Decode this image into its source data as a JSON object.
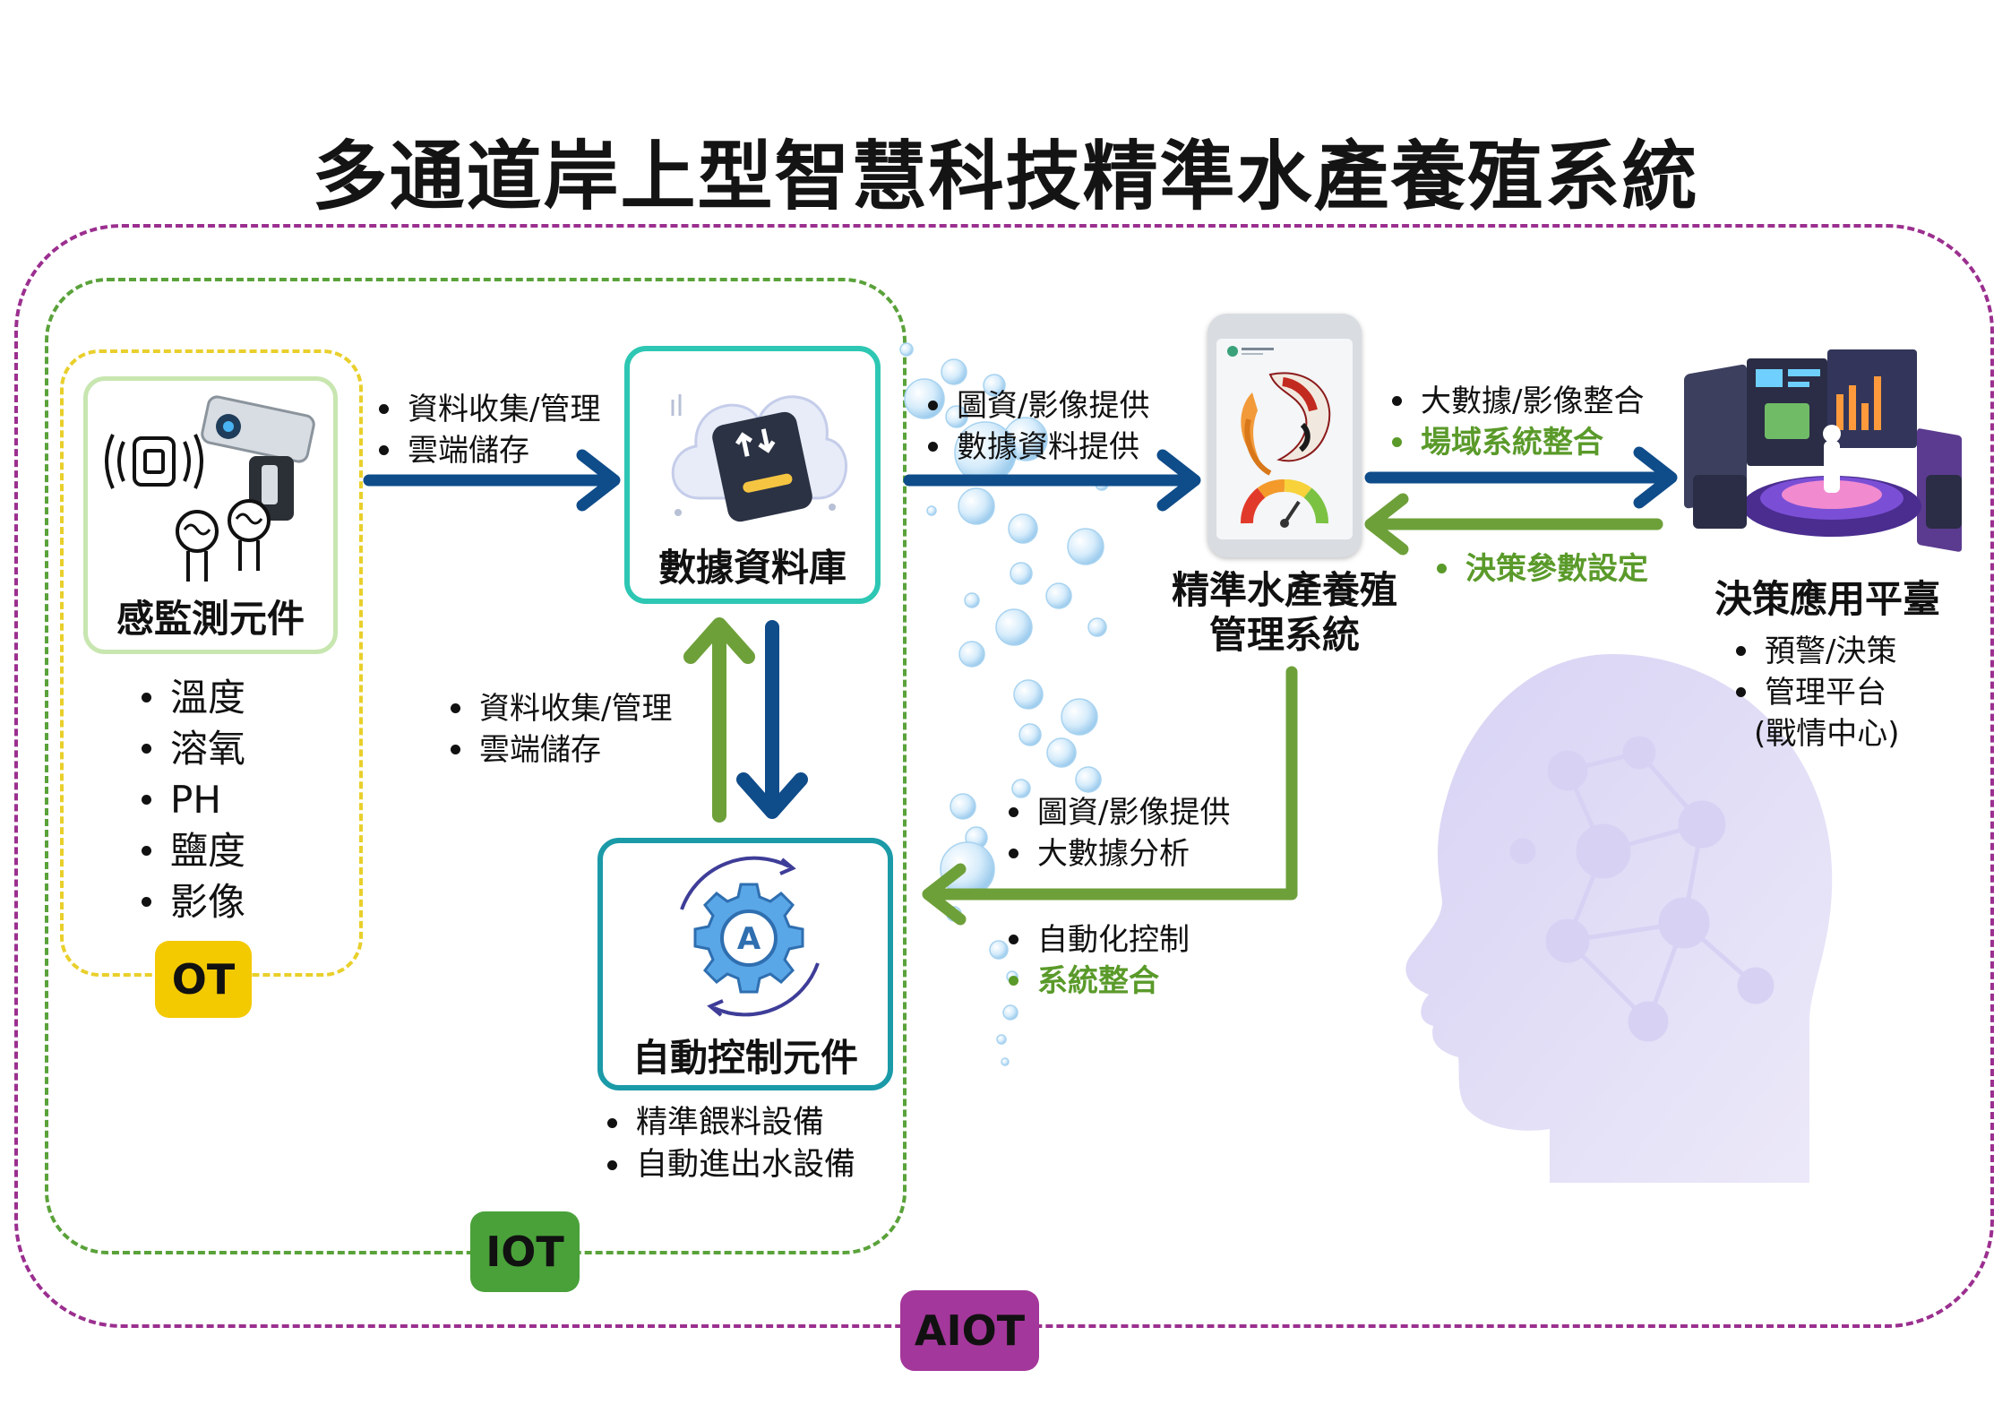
{
  "title": "多通道岸上型智慧科技精準水產養殖系統",
  "badges": {
    "ot": "OT",
    "iot": "IOT",
    "aiot": "AIOT"
  },
  "sensors": {
    "title": "感監測元件",
    "items": [
      "溫度",
      "溶氧",
      "PH",
      "鹽度",
      "影像"
    ]
  },
  "database": {
    "title": "數據資料庫"
  },
  "control": {
    "title": "自動控制元件",
    "items": [
      "精準餵料設備",
      "自動進出水設備"
    ]
  },
  "management": {
    "title_line1": "精準水產養殖",
    "title_line2": "管理系統"
  },
  "decision": {
    "title": "決策應用平臺",
    "items": [
      "預警/決策",
      "管理平台"
    ],
    "note": "(戰情中心)"
  },
  "flows": {
    "sensor_to_db": [
      "資料收集/管理",
      "雲端儲存"
    ],
    "db_to_control": [
      "資料收集/管理",
      "雲端儲存"
    ],
    "db_to_mgmt": [
      "圖資/影像提供",
      "數據資料提供"
    ],
    "mgmt_to_decision": [
      "大數據/影像整合",
      "場域系統整合"
    ],
    "decision_to_mgmt": [
      "決策參數設定"
    ],
    "mgmt_to_control_upper": [
      "圖資/影像提供",
      "大數據分析"
    ],
    "mgmt_to_control_lower": [
      "自動化控制",
      "系統整合"
    ]
  },
  "colors": {
    "blue_arrow": "#0f4c8a",
    "green_arrow": "#6ea03a",
    "aiot": "#9b2f8f",
    "iot": "#5aa23a",
    "ot": "#f0c800",
    "teal": "#2dc7b3"
  }
}
